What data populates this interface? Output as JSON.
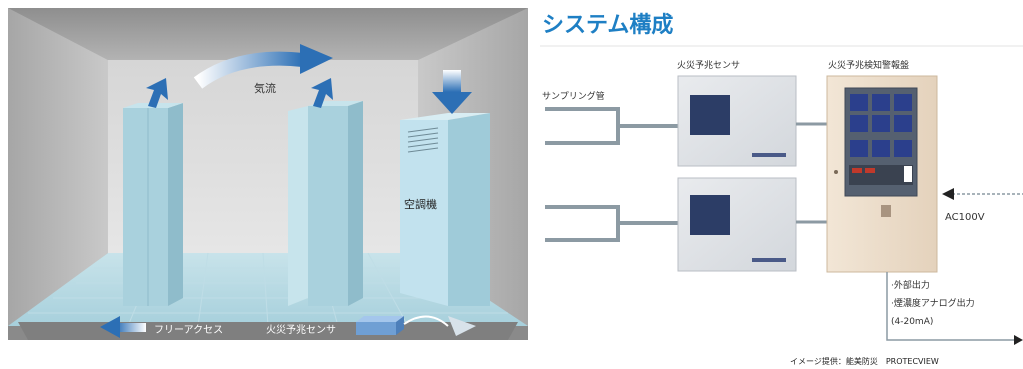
{
  "room": {
    "airflow_label": "気流",
    "aircon_label": "空調機",
    "free_access_label": "フリーアクセス",
    "floor_sensor_label": "火災予兆センサ"
  },
  "system": {
    "title": "システム構成",
    "sampling_pipe_label": "サンプリング管",
    "sensor_label": "火災予兆センサ",
    "panel_label": "火災予兆検知警報盤",
    "power_label": "AC100V",
    "outputs": [
      "·外部出力",
      "·煙濃度アナログ出力",
      "(4-20mA)"
    ],
    "credit": "イメージ提供：能美防災　PROTECVIEW"
  },
  "colors": {
    "title_blue": "#1e7fc4",
    "arrow_blue": "#2c6fb5",
    "rack_blue": "#a9d1dd",
    "line_gray": "#8c9aa3"
  }
}
